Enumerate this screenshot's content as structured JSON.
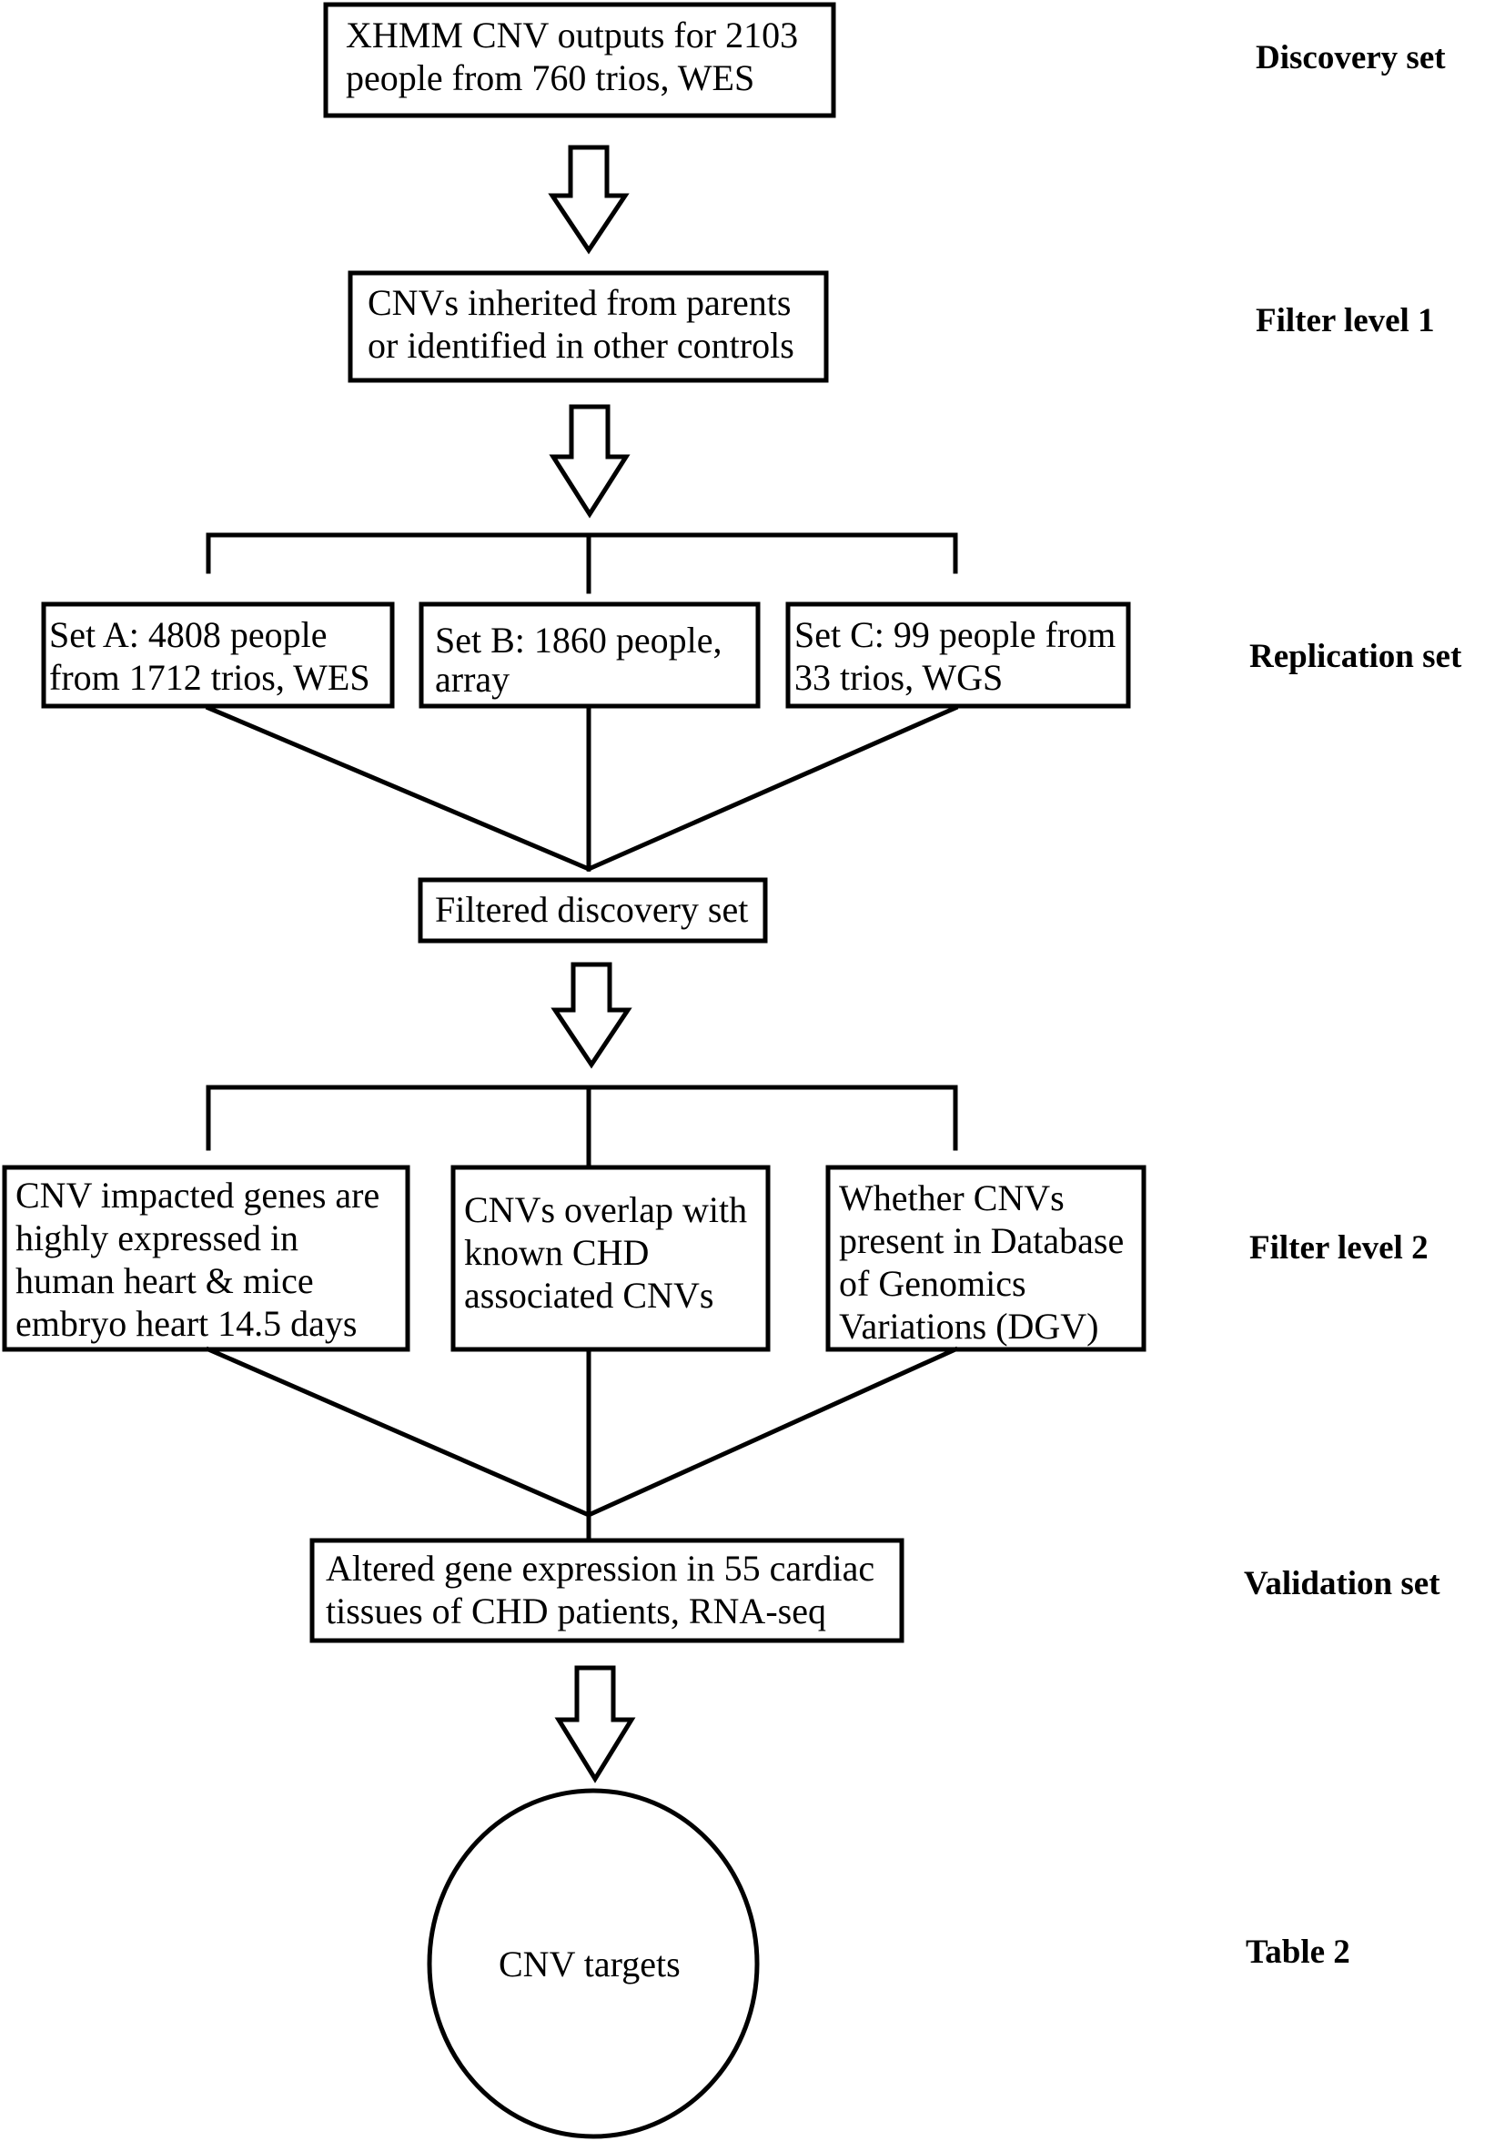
{
  "nodes": {
    "xhmm_outputs": [
      "XHMM CNV outputs for 2103",
      "people from 760 trios, WES"
    ],
    "inherited_cnvs": [
      "CNVs inherited from parents",
      "or identified in other controls"
    ],
    "set_a": [
      "Set A: 4808 people",
      "from 1712 trios, WES"
    ],
    "set_b": [
      "Set B: 1860 people,",
      "array"
    ],
    "set_c": [
      "Set C: 99 people from",
      "33 trios, WGS"
    ],
    "filtered_discovery": [
      "Filtered discovery set"
    ],
    "heart_expression": [
      "CNV impacted genes are",
      "highly expressed in",
      "human heart & mice",
      "embryo heart 14.5 days"
    ],
    "chd_overlap": [
      "CNVs overlap with",
      "known CHD",
      "associated CNVs"
    ],
    "dgv": [
      "Whether CNVs",
      "present in Database",
      "of Genomics",
      "Variations (DGV)"
    ],
    "validation": [
      "Altered gene expression in 55 cardiac",
      "tissues of CHD patients, RNA-seq"
    ],
    "targets": [
      "CNV targets"
    ]
  },
  "side_labels": {
    "discovery_set": "Discovery set",
    "filter_level_1": "Filter level 1",
    "replication_set": "Replication set",
    "filter_level_2": "Filter level 2",
    "validation_set": "Validation set",
    "table_2": "Table 2"
  }
}
